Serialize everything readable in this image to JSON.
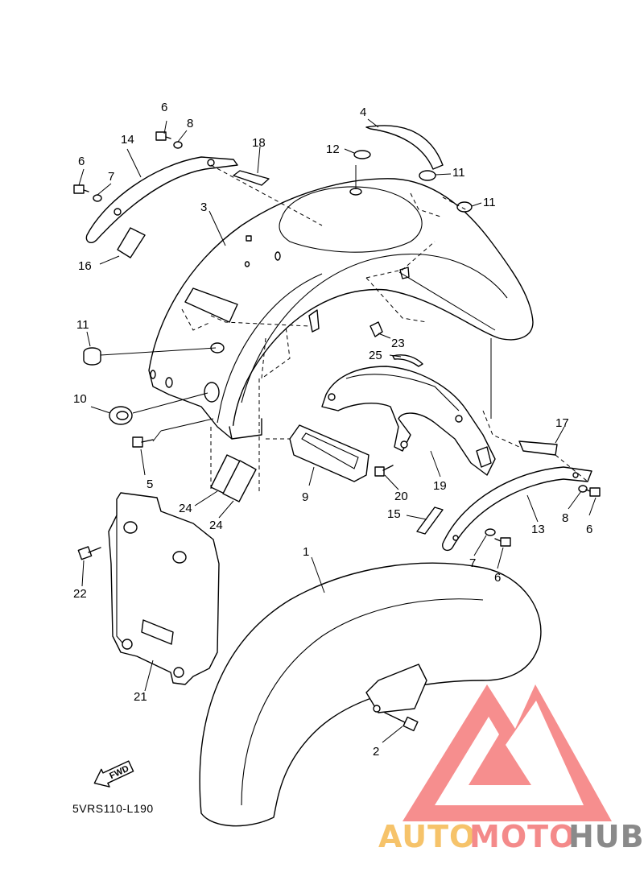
{
  "diagram_code": "5VRS110-L190",
  "fwd_label": "FWD",
  "callouts": [
    "1",
    "2",
    "3",
    "4",
    "5",
    "6",
    "6",
    "6",
    "6",
    "7",
    "7",
    "8",
    "8",
    "9",
    "10",
    "11",
    "11",
    "11",
    "12",
    "13",
    "14",
    "15",
    "16",
    "17",
    "18",
    "19",
    "20",
    "21",
    "22",
    "23",
    "24",
    "24",
    "25"
  ],
  "watermark": {
    "part_a": "AUTO",
    "part_b": "MOTO",
    "part_c": "HUB",
    "color_a": "#f6c36a",
    "color_b": "#f48a8a",
    "color_c": "#8a8a8a",
    "logo_color": "#f47a7a"
  }
}
